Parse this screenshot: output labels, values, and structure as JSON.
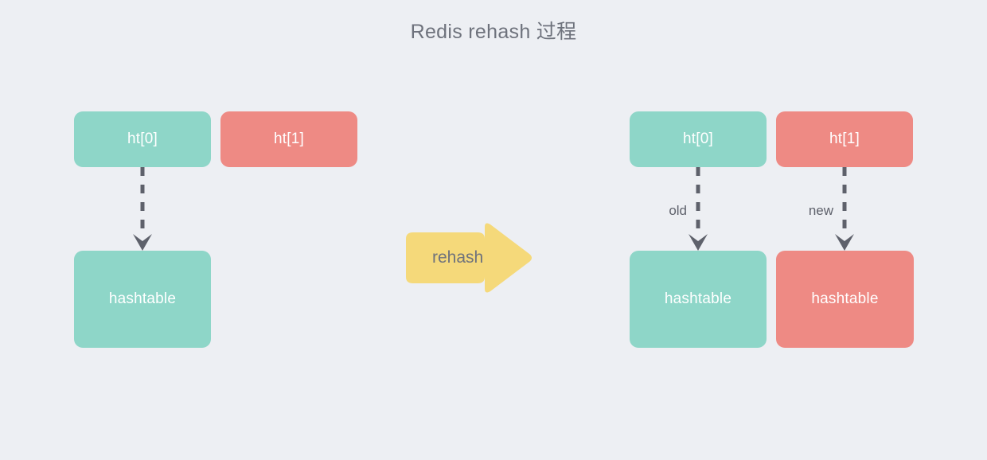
{
  "diagram": {
    "title": "Redis rehash 过程",
    "background_color": "#EDEFF3",
    "title_color": "#6E727C",
    "colors": {
      "green": "#8ED6C8",
      "red": "#EE8A84",
      "yellow": "#F5D97A",
      "arrow_gray": "#5E616B",
      "node_text": "#FFFFFF"
    },
    "before": {
      "ht0_label": "ht[0]",
      "ht1_label": "ht[1]",
      "hashtable_label": "hashtable"
    },
    "transition": {
      "label": "rehash",
      "icon": "block-arrow-right-icon"
    },
    "after": {
      "ht0_label": "ht[0]",
      "ht1_label": "ht[1]",
      "ht0_edge_label": "old",
      "ht1_edge_label": "new",
      "hashtable_old_label": "hashtable",
      "hashtable_new_label": "hashtable"
    }
  }
}
